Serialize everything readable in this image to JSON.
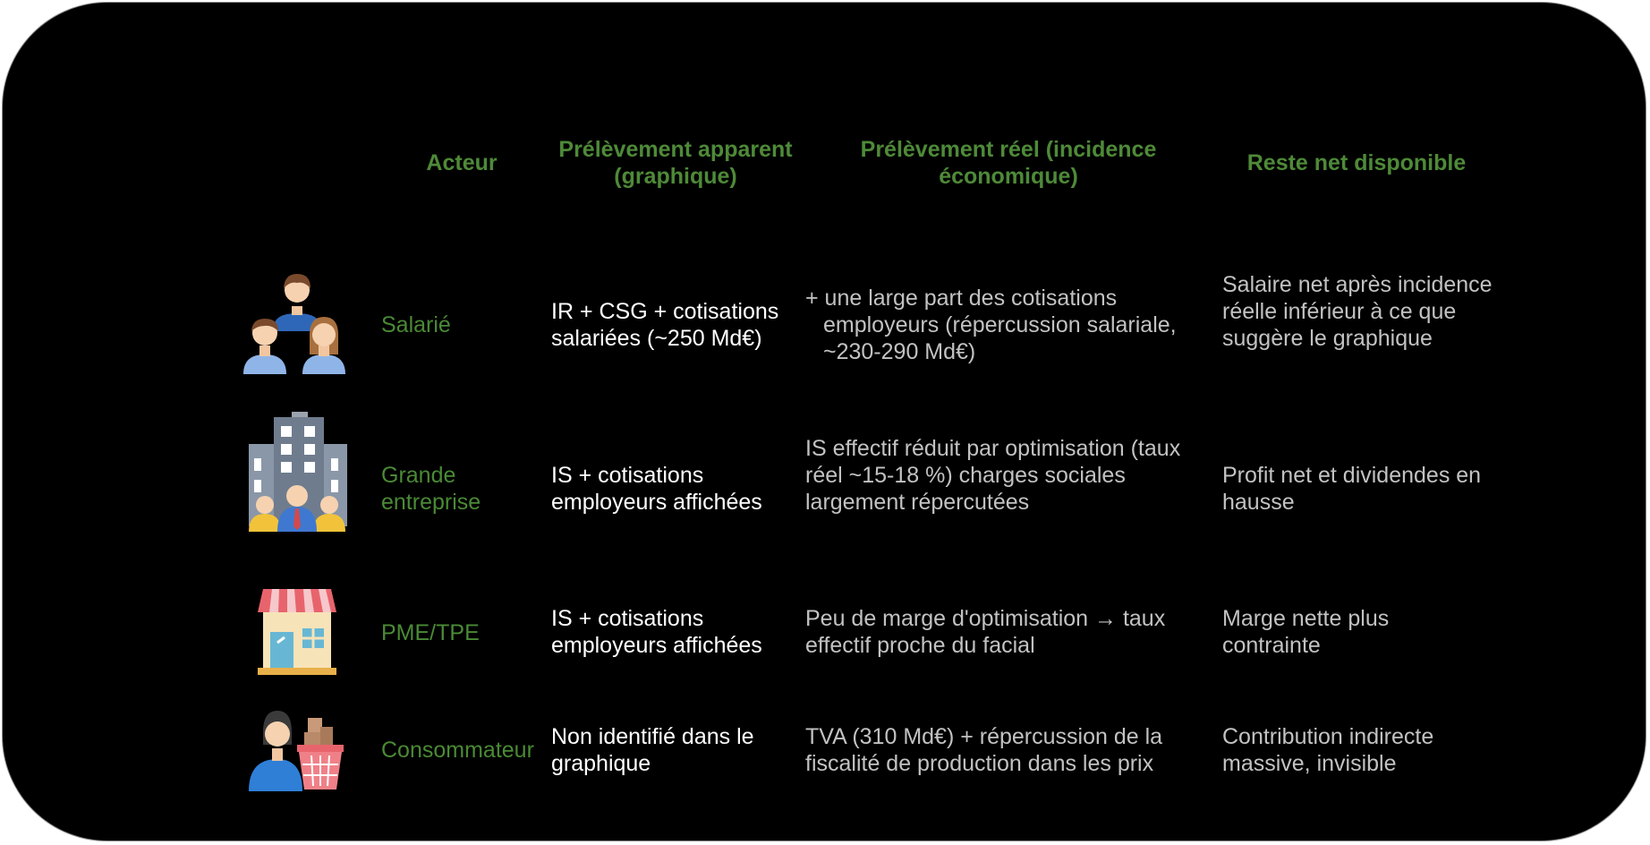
{
  "headers": {
    "actor": "Acteur",
    "apparent": "Prélèvement apparent (graphique)",
    "real": "Prélèvement réel (incidence économique)",
    "net": "Reste net disponible"
  },
  "rows": [
    {
      "icon": "employees-group-icon",
      "actor": "Salarié",
      "apparent": "IR + CSG + cotisations salariées (~250 Md€)",
      "real": "+ une large part des cotisations employeurs (répercussion salariale, ~230-290 Md€)",
      "net": "Salaire net après incidence réelle inférieur à ce que suggère le graphique"
    },
    {
      "icon": "office-building-icon",
      "actor": "Grande entreprise",
      "apparent": "IS + cotisations employeurs affichées",
      "real": "IS effectif réduit par optimisation (taux réel ~15-18 %) charges sociales largement répercutées",
      "net": "Profit net et dividendes en hausse"
    },
    {
      "icon": "small-shop-icon",
      "actor": "PME/TPE",
      "apparent": "IS + cotisations employeurs affichées",
      "real": "Peu de marge d'optimisation → taux effectif proche du facial",
      "net": "Marge nette plus contrainte"
    },
    {
      "icon": "shopper-basket-icon",
      "actor": "Consommateur",
      "apparent": "Non identifié dans le graphique",
      "real": "TVA (310 Md€) + répercussion de la fiscalité de production dans les prix",
      "net": "Contribution indirecte massive, invisible"
    }
  ]
}
